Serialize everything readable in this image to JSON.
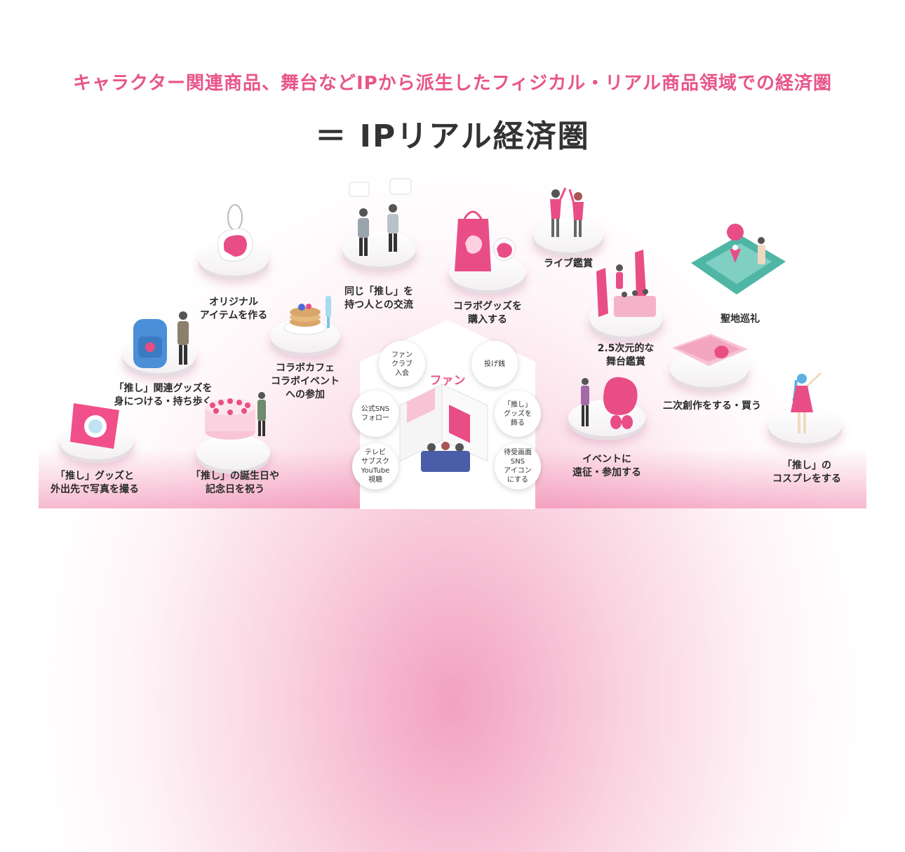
{
  "headline": "キャラクター関連商品、舞台などIPから派生したフィジカル・リアル商品領域での経済圏",
  "subheadline": "＝ IPリアル経済圏",
  "center": {
    "title": "ファン",
    "bubbles": [
      "ファン\nクラブ\n入会",
      "投げ銭",
      "公式SNS\nフォロー",
      "「推し」\nグッズを\n飾る",
      "テレビ\nサブスク\nYouTube\n視聴",
      "待受画面\nSNS\nアイコン\nにする"
    ]
  },
  "activities": [
    "オリジナル\nアイテムを作る",
    "同じ「推し」を\n持つ人との交流",
    "コラボグッズを\n購入する",
    "ライブ鑑賞",
    "聖地巡礼",
    "「推し」関連グッズを\n身につける・持ち歩く",
    "コラボカフェ\nコラボイベント\nへの参加",
    "2.5次元的な\n舞台鑑賞",
    "二次創作をする・買う",
    "「推し」グッズと\n外出先で写真を撮る",
    "「推し」の誕生日や\n記念日を祝う",
    "イベントに\n遠征・参加する",
    "「推し」の\nコスプレをする"
  ],
  "colors": {
    "accent": "#e8558a",
    "text": "#2a2a2a"
  }
}
